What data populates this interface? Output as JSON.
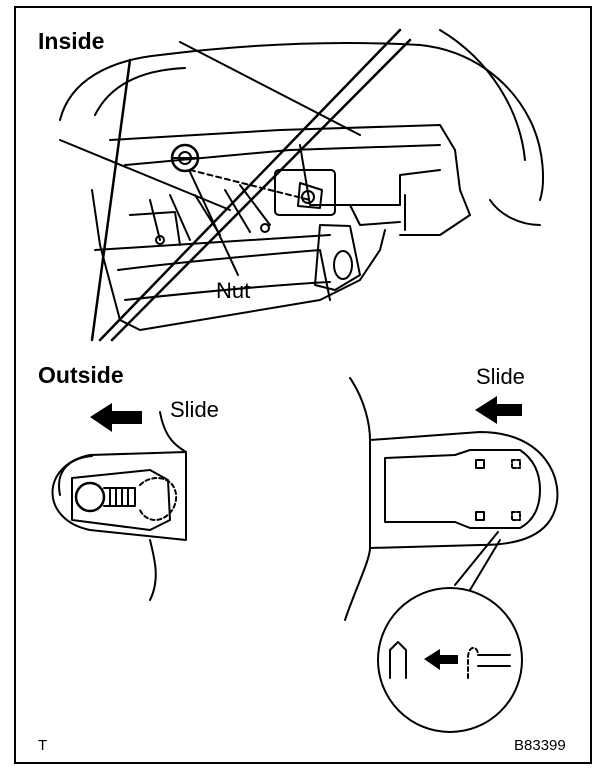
{
  "labels": {
    "inside": "Inside",
    "outside": "Outside",
    "nut": "Nut",
    "slide_left": "Slide",
    "slide_right": "Slide",
    "corner_mark": "T",
    "figure_code": "B83399"
  },
  "icons": {
    "left_arrow": "arrow-left-icon",
    "right_arrow": "arrow-left-icon",
    "detail_arrow": "arrow-left-icon"
  },
  "colors": {
    "line": "#000000",
    "background": "#ffffff"
  }
}
